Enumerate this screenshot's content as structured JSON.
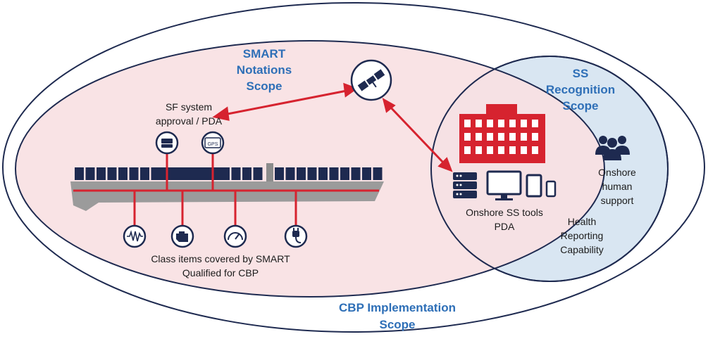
{
  "labels": {
    "smart_scope": [
      "SMART",
      "Notations",
      "Scope"
    ],
    "ss_scope": [
      "SS",
      "Recognition",
      "Scope"
    ],
    "cbp_scope": [
      "CBP Implementation",
      "Scope"
    ],
    "sf_system": [
      "SF system",
      "approval / PDA"
    ],
    "class_items": [
      "Class items covered by SMART",
      "Qualified for CBP"
    ],
    "onshore_tools": [
      "Onshore SS tools",
      "PDA"
    ],
    "onshore_human": [
      "Onshore",
      "human",
      "support"
    ],
    "health_reporting": [
      "Health",
      "Reporting",
      "Capability"
    ],
    "gps_badge": "GPS"
  },
  "icons": {
    "satellite": "satellite-icon",
    "sensor_sf_1": "hard-drive-icon",
    "sensor_sf_2": "gps-icon",
    "class_sensors": [
      "vibration-icon",
      "engine-icon",
      "gauge-icon",
      "power-plug-icon"
    ],
    "building": "building-icon",
    "server": "server-icon",
    "monitor": "monitor-icon",
    "tablet": "tablet-icon",
    "phone": "phone-icon",
    "people": "people-group-icon"
  },
  "colors": {
    "accent_red": "#d6232f",
    "smart_fill": "#f8e1e3",
    "ss_fill": "#d9e6f2",
    "outer_fill": "#ffffff",
    "outline": "#1e2a50",
    "ship_gray": "#9b9b9b",
    "container_navy": "#1e2a50",
    "title_blue": "#2e6fb7"
  }
}
